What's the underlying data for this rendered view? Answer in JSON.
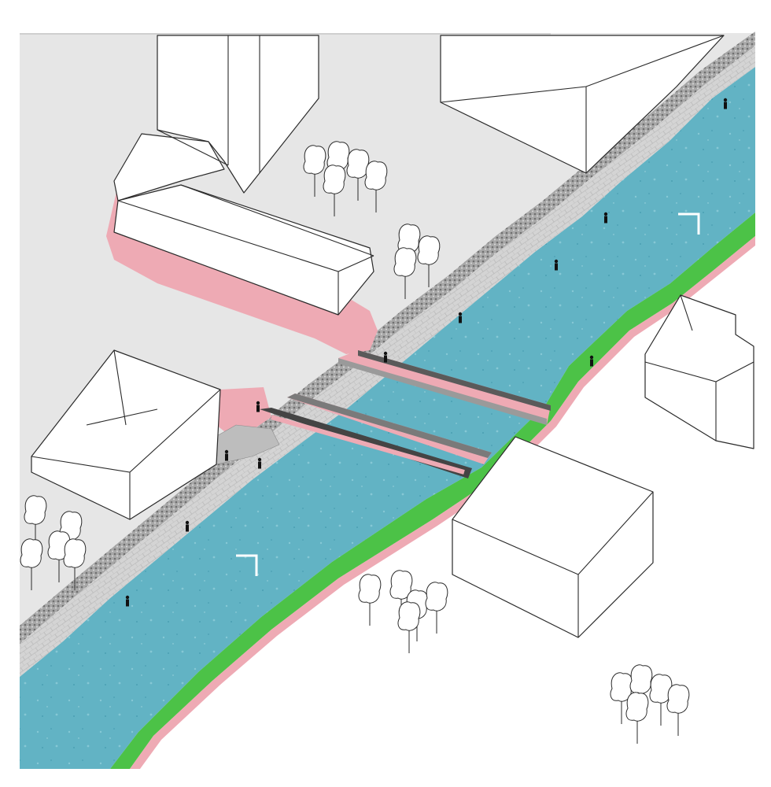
{
  "diagram": {
    "type": "axonometric-urban-plan",
    "labels": [],
    "colors": {
      "ground": "#e6e6e6",
      "water": "#62b3c4",
      "water_dark": "#4a9fb3",
      "green_bank": "#4cc247",
      "pink_path": "#eeaab4",
      "quay_paving": "#c9c9c9",
      "stone_edge": "#9a9a9a",
      "bridge_deck": "#5a5a5a",
      "building_fill": "#ffffff",
      "line": "#2a2a2a"
    },
    "elements": {
      "river": "river-channel",
      "quay": "paved-quay-promenade",
      "bank": "green-riverbank",
      "bridges": [
        "upper-footbridge",
        "lower-footbridge"
      ],
      "buildings": [
        "building-top-left",
        "building-top-right",
        "building-mid-left",
        "building-right",
        "building-bottom-center"
      ],
      "tree_groups": [
        "trees-top",
        "trees-mid",
        "trees-left",
        "trees-bottom-center",
        "trees-bottom-right"
      ],
      "flow_arrows": 2
    }
  }
}
